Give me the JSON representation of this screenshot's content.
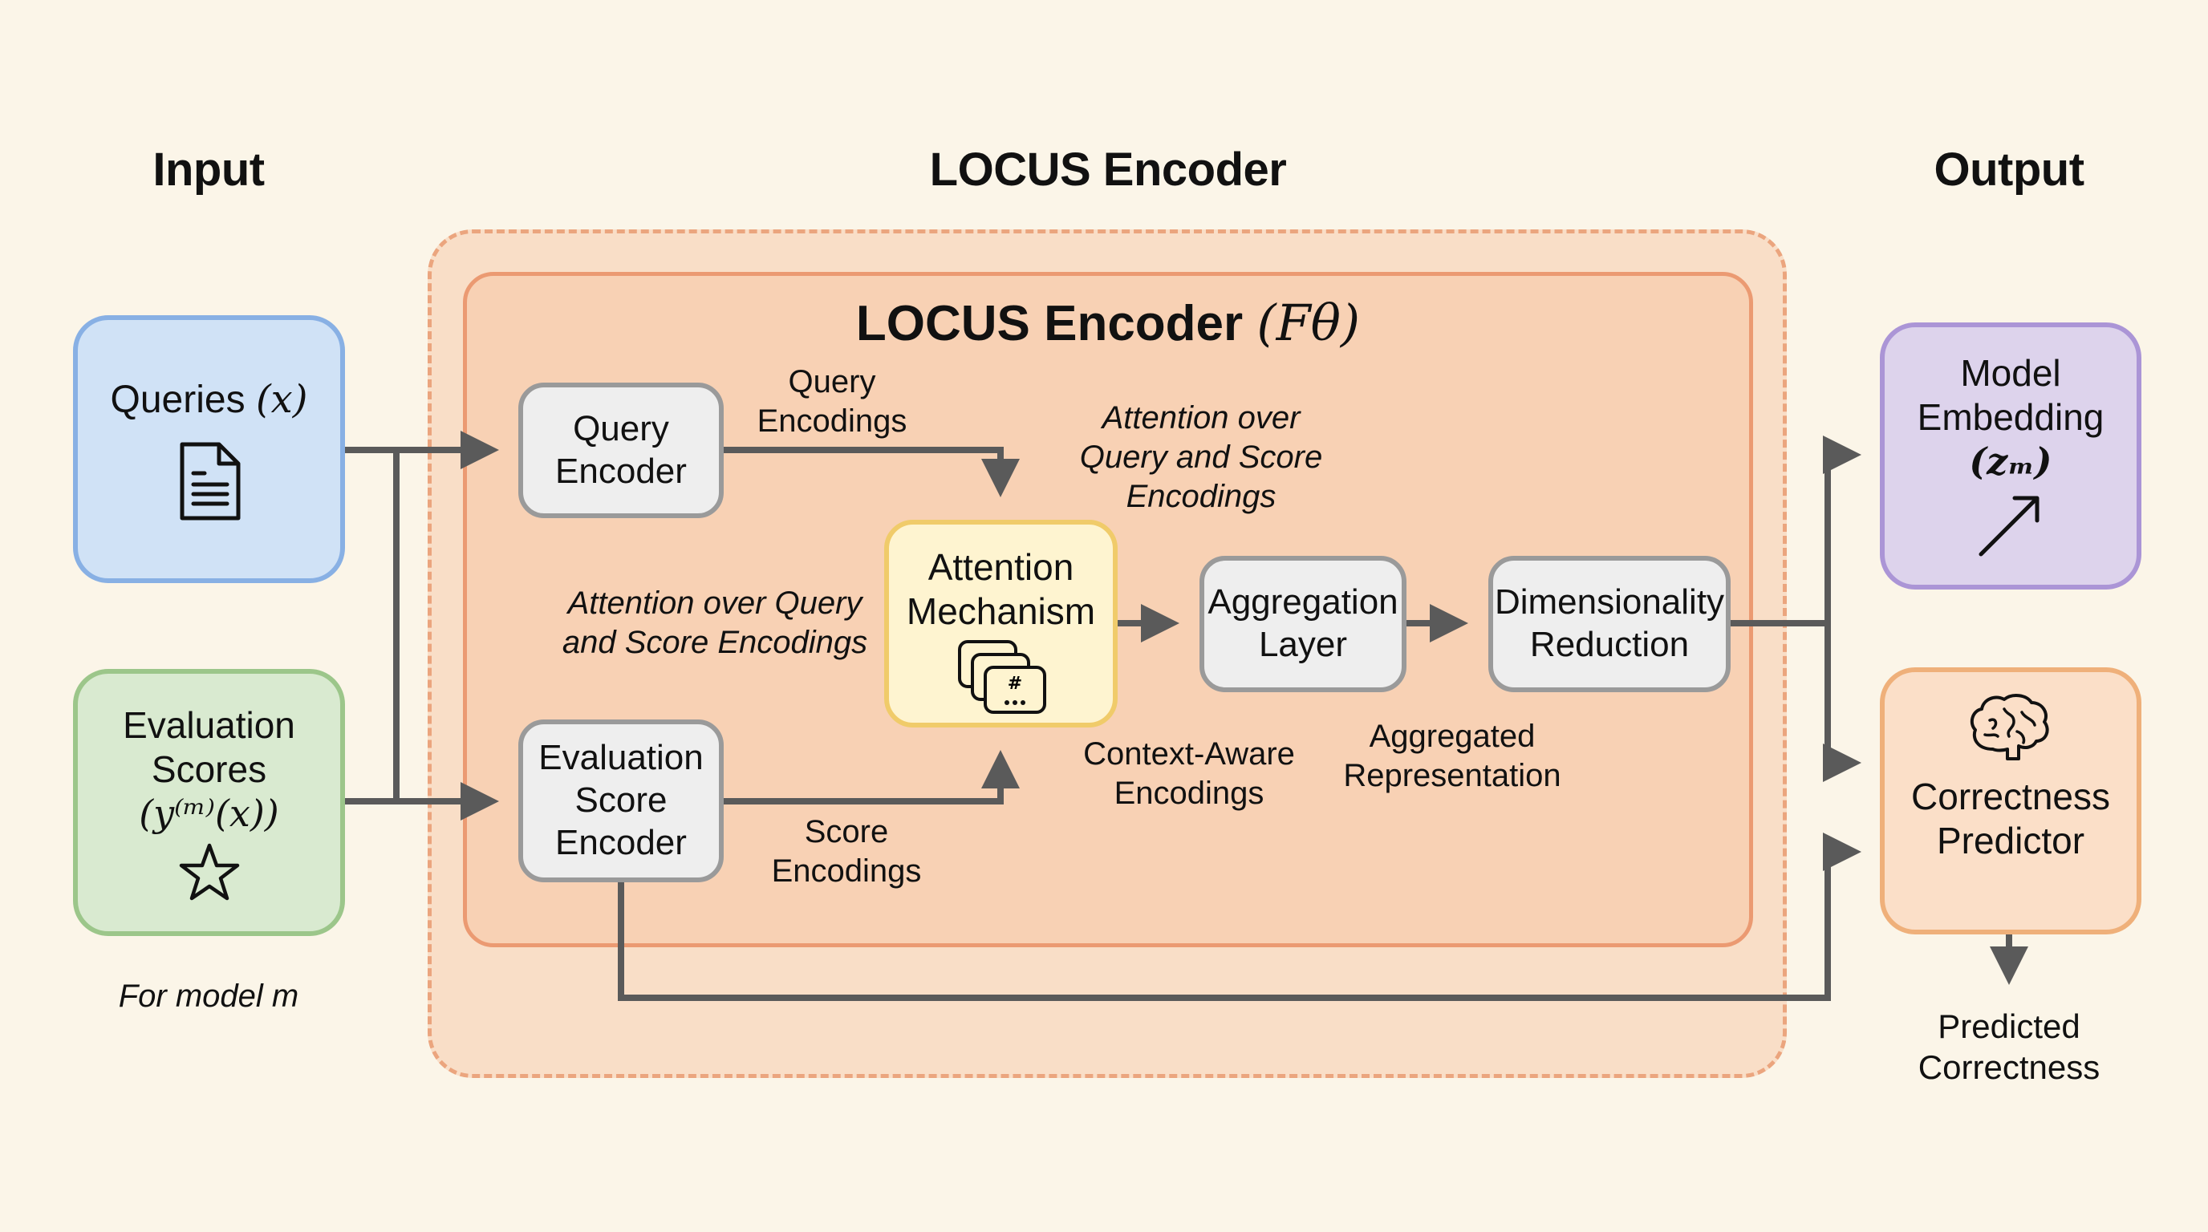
{
  "headings": {
    "input": "Input",
    "encoder": "LOCUS Encoder",
    "output": "Output"
  },
  "encoder_block": {
    "title_text": "LOCUS Encoder",
    "title_math": "(Fθ)"
  },
  "inputs": {
    "queries": {
      "label": "Queries",
      "math": "(x)",
      "icon": "document-icon"
    },
    "scores": {
      "label_line1": "Evaluation",
      "label_line2": "Scores",
      "math": "(y⁽ᵐ⁾(x))",
      "icon": "star-icon"
    },
    "note": "For model m"
  },
  "components": {
    "query_encoder": {
      "line1": "Query",
      "line2": "Encoder"
    },
    "score_encoder": {
      "line1": "Evaluation",
      "line2": "Score",
      "line3": "Encoder"
    },
    "attention": {
      "line1": "Attention",
      "line2": "Mechanism",
      "icon": "stacked-cards-icon"
    },
    "aggregation": {
      "line1": "Aggregation",
      "line2": "Layer"
    },
    "dim_reduction": {
      "line1": "Dimensionality",
      "line2": "Reduction"
    }
  },
  "edge_labels": {
    "query_encodings": {
      "line1": "Query",
      "line2": "Encodings"
    },
    "score_encodings": {
      "line1": "Score",
      "line2": "Encodings"
    },
    "attention_top": {
      "line1": "Attention over",
      "line2": "Query and Score",
      "line3": "Encodings"
    },
    "attention_left": {
      "line1": "Attention over Query",
      "line2": "and Score Encodings"
    },
    "context_aware": {
      "line1": "Context-Aware",
      "line2": "Encodings"
    },
    "aggregated": {
      "line1": "Aggregated",
      "line2": "Representation"
    }
  },
  "outputs": {
    "model_embedding": {
      "line1": "Model",
      "line2": "Embedding",
      "math": "(zₘ)",
      "icon": "arrow-up-right-icon"
    },
    "predictor": {
      "line1": "Correctness",
      "line2": "Predictor",
      "icon": "brain-icon"
    },
    "predicted": {
      "line1": "Predicted",
      "line2": "Correctness"
    }
  },
  "colors": {
    "background": "#fbf5e8",
    "input_blue": "#88b0e4",
    "input_green": "#9cc68a",
    "encoder_orange": "#eb9a72",
    "attention_yellow": "#f0cb6a",
    "output_purple": "#ab95d6",
    "output_orange": "#efb07a",
    "connector": "#5a5a5a"
  }
}
